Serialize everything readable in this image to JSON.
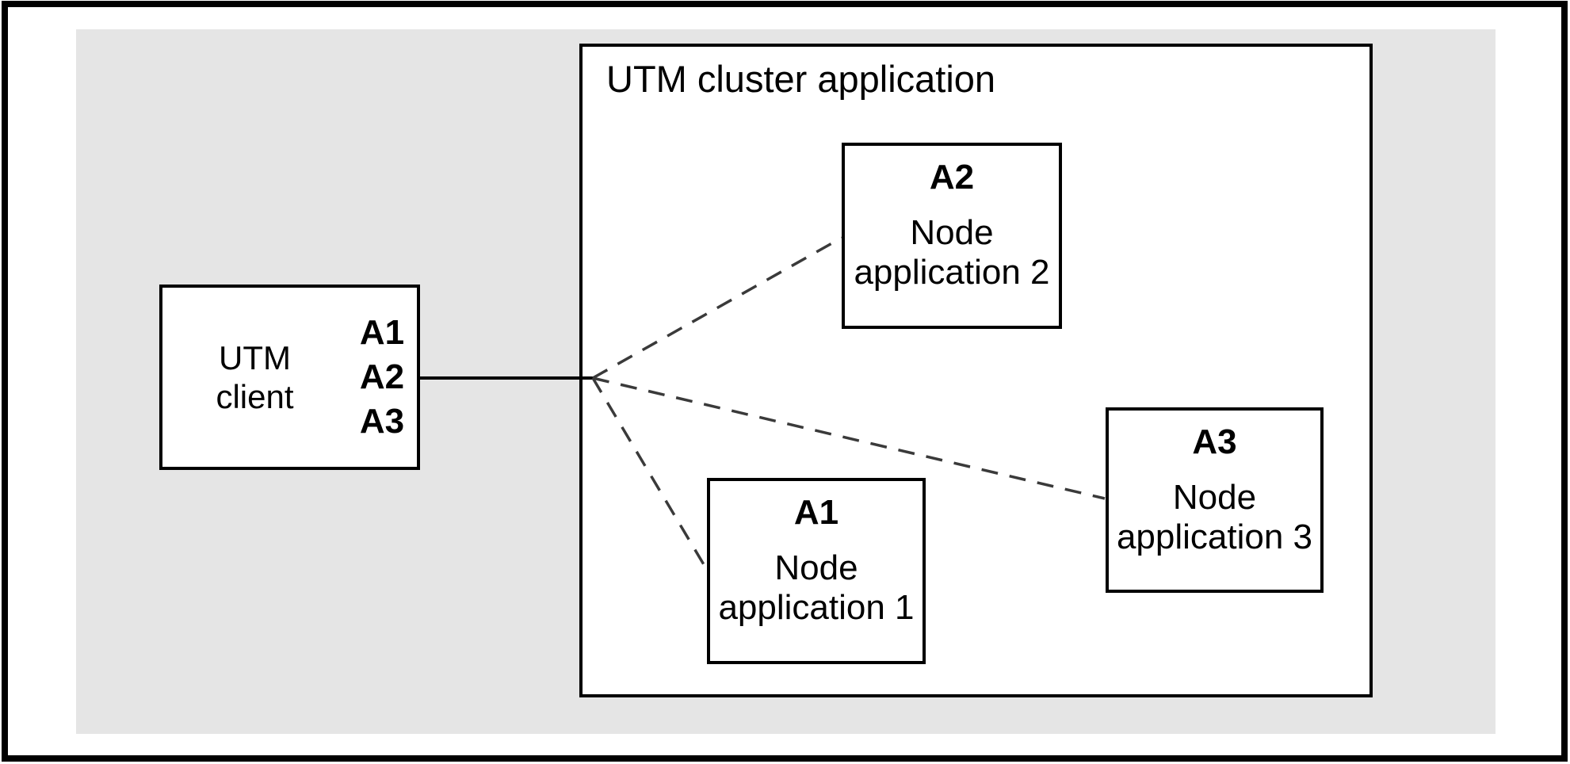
{
  "colors": {
    "background": "#ffffff",
    "panel_gray": "#e5e5e5",
    "line_black": "#000000",
    "box_fill": "#ffffff",
    "text": "#000000"
  },
  "cluster": {
    "title": "UTM cluster application"
  },
  "client": {
    "label_lines": [
      "UTM",
      "client"
    ],
    "app_ids": [
      "A1",
      "A2",
      "A3"
    ]
  },
  "nodes": [
    {
      "id": "A1",
      "name_lines": [
        "Node",
        "application 1"
      ]
    },
    {
      "id": "A2",
      "name_lines": [
        "Node",
        "application 2"
      ]
    },
    {
      "id": "A3",
      "name_lines": [
        "Node",
        "application 3"
      ]
    }
  ]
}
